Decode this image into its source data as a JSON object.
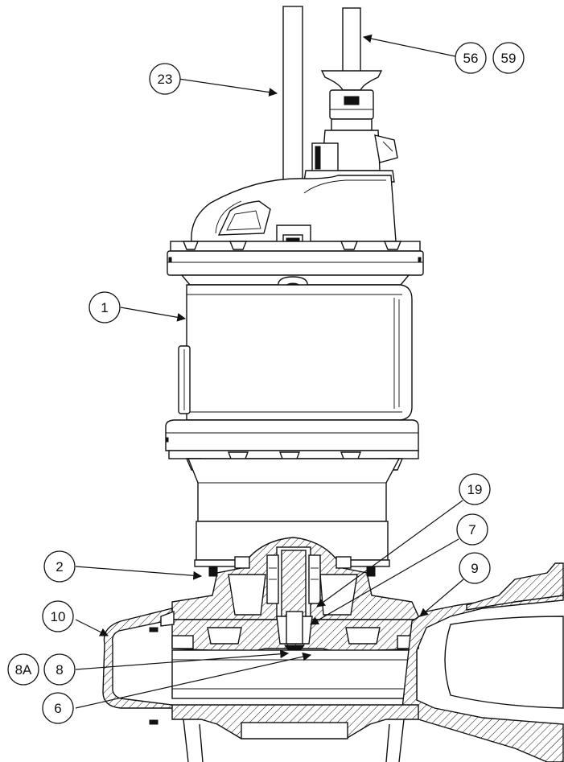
{
  "callouts": {
    "c23": "23",
    "c56": "56",
    "c59": "59",
    "c1": "1",
    "c19": "19",
    "c7": "7",
    "c2": "2",
    "c9": "9",
    "c10": "10",
    "c8A": "8A",
    "c8": "8",
    "c6": "6"
  },
  "colors": {
    "line": "#111111",
    "background": "#ffffff"
  }
}
